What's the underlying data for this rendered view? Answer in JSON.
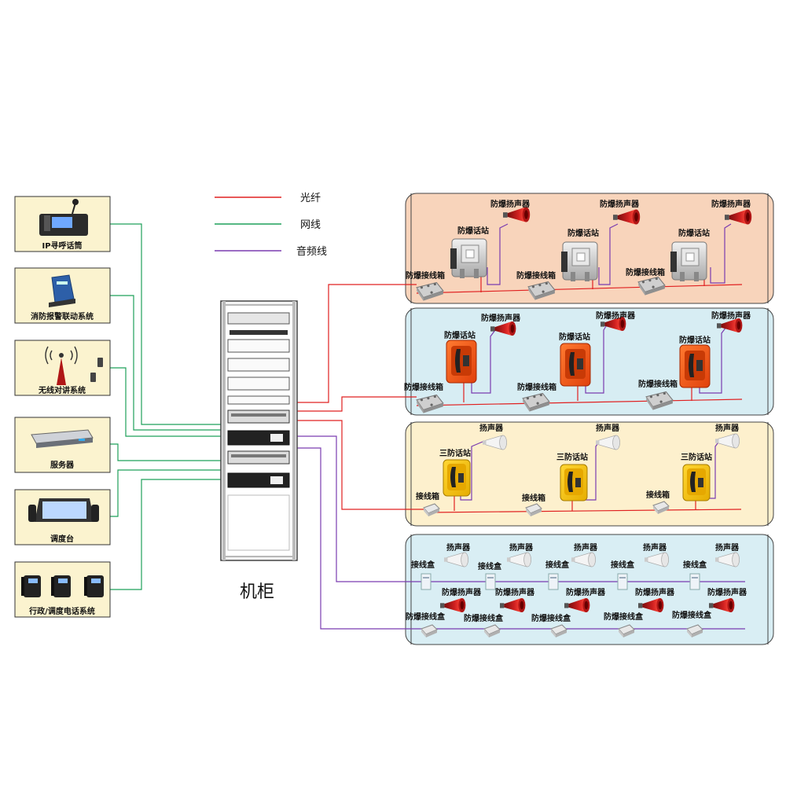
{
  "colors": {
    "fiber": "#e02020",
    "network": "#1fa05a",
    "audio": "#7a3cb0",
    "panel_bg": "#fbf3cf",
    "zone1_bg": "#f8d4bb",
    "zone2_bg": "#d7edf3",
    "zone3_bg": "#fdf0cd",
    "zone4_bg": "#d9eef4"
  },
  "legend": [
    {
      "label": "光纤",
      "color_key": "fiber"
    },
    {
      "label": "网线",
      "color_key": "network"
    },
    {
      "label": "音频线",
      "color_key": "audio"
    }
  ],
  "cabinet": {
    "label": "机柜"
  },
  "sources": [
    {
      "label": "IP寻呼话筒",
      "icon": "ip-paging-microphone-icon"
    },
    {
      "label": "消防报警联动系统",
      "icon": "fire-alarm-device-icon"
    },
    {
      "label": "无线对讲系统",
      "icon": "wireless-antenna-icon"
    },
    {
      "label": "服务器",
      "icon": "server-icon"
    },
    {
      "label": "调度台",
      "icon": "dispatch-console-icon"
    },
    {
      "label": "行政/调度电话系统",
      "icon": "desk-phone-icon"
    }
  ],
  "zone1": {
    "units": [
      {
        "phone": "防爆话站",
        "speaker": "防爆扬声器",
        "box": "防爆接线箱"
      },
      {
        "phone": "防爆话站",
        "speaker": "防爆扬声器",
        "box": "防爆接线箱"
      },
      {
        "phone": "防爆话站",
        "speaker": "防爆扬声器",
        "box": "防爆接线箱"
      }
    ]
  },
  "zone2": {
    "units": [
      {
        "phone": "防爆话站",
        "speaker": "防爆扬声器",
        "box": "防爆接线箱"
      },
      {
        "phone": "防爆话站",
        "speaker": "防爆扬声器",
        "box": "防爆接线箱"
      },
      {
        "phone": "防爆话站",
        "speaker": "防爆扬声器",
        "box": "防爆接线箱"
      }
    ]
  },
  "zone3": {
    "units": [
      {
        "phone": "三防话站",
        "speaker": "扬声器",
        "box": "接线箱"
      },
      {
        "phone": "三防话站",
        "speaker": "扬声器",
        "box": "接线箱"
      },
      {
        "phone": "三防话站",
        "speaker": "扬声器",
        "box": "接线箱"
      }
    ]
  },
  "zone4": {
    "top_units": [
      {
        "speaker": "扬声器",
        "box": "接线盒"
      },
      {
        "speaker": "扬声器",
        "box": "接线盒"
      },
      {
        "speaker": "扬声器",
        "box": "接线盒"
      },
      {
        "speaker": "扬声器",
        "box": "接线盒"
      },
      {
        "speaker": "扬声器",
        "box": "接线盒"
      }
    ],
    "bottom_units": [
      {
        "speaker": "防爆扬声器",
        "box": "防爆接线盒"
      },
      {
        "speaker": "防爆扬声器",
        "box": "防爆接线盒"
      },
      {
        "speaker": "防爆扬声器",
        "box": "防爆接线盒"
      },
      {
        "speaker": "防爆扬声器",
        "box": "防爆接线盒"
      },
      {
        "speaker": "防爆扬声器",
        "box": "防爆接线盒"
      }
    ]
  }
}
